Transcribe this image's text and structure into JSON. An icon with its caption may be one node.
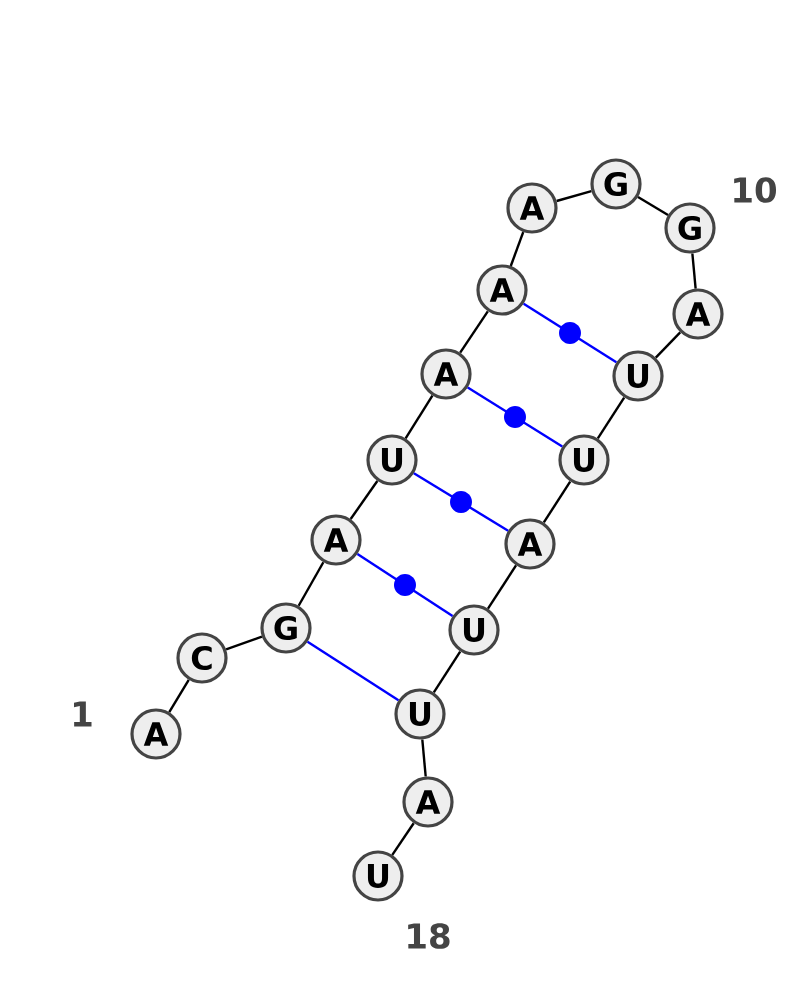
{
  "diagram": {
    "nodes": [
      {
        "text": [
          "A"
        ]
      },
      {
        "text": [
          "C"
        ]
      },
      {
        "text": [
          "G"
        ]
      },
      {
        "text": [
          "A"
        ]
      },
      {
        "text": [
          "U"
        ]
      },
      {
        "text": [
          "A"
        ]
      },
      {
        "text": [
          "A"
        ]
      },
      {
        "text": [
          "A"
        ]
      },
      {
        "text": [
          "G"
        ]
      },
      {
        "text": [
          "G"
        ]
      },
      {
        "text": [
          "A"
        ]
      },
      {
        "text": [
          "U"
        ]
      },
      {
        "text": [
          "U"
        ]
      },
      {
        "text": [
          "A"
        ]
      },
      {
        "text": [
          "U"
        ]
      },
      {
        "text": [
          "U"
        ]
      },
      {
        "text": [
          "A"
        ]
      },
      {
        "text": [
          "U"
        ]
      }
    ],
    "edges": [
      {
        "from": 0,
        "to": 1,
        "arrow": "none"
      },
      {
        "from": 1,
        "to": 2,
        "arrow": "none"
      },
      {
        "from": 2,
        "to": 3,
        "arrow": "none"
      },
      {
        "from": 3,
        "to": 4,
        "arrow": "none"
      },
      {
        "from": 4,
        "to": 5,
        "arrow": "none"
      },
      {
        "from": 5,
        "to": 6,
        "arrow": "none"
      },
      {
        "from": 6,
        "to": 7,
        "arrow": "none"
      },
      {
        "from": 7,
        "to": 8,
        "arrow": "none"
      },
      {
        "from": 8,
        "to": 9,
        "arrow": "none"
      },
      {
        "from": 9,
        "to": 10,
        "arrow": "none"
      },
      {
        "from": 10,
        "to": 11,
        "arrow": "none"
      },
      {
        "from": 11,
        "to": 12,
        "arrow": "none"
      },
      {
        "from": 12,
        "to": 13,
        "arrow": "none"
      },
      {
        "from": 13,
        "to": 14,
        "arrow": "none"
      },
      {
        "from": 14,
        "to": 15,
        "arrow": "none"
      },
      {
        "from": 15,
        "to": 16,
        "arrow": "none"
      },
      {
        "from": 16,
        "to": 17,
        "arrow": "none"
      },
      {
        "from": 2,
        "to": 15,
        "arrow": "none",
        "color": "#0000ff"
      },
      {
        "from": 3,
        "to": 14,
        "arrow": "none",
        "color": "#0000ff"
      },
      {
        "from": 4,
        "to": 13,
        "arrow": "none",
        "color": "#0000ff"
      },
      {
        "from": 5,
        "to": 12,
        "arrow": "none",
        "color": "#0000ff"
      },
      {
        "from": 6,
        "to": 11,
        "arrow": "none",
        "color": "#0000ff"
      }
    ],
    "labels": [
      "1",
      "10",
      "18"
    ]
  }
}
